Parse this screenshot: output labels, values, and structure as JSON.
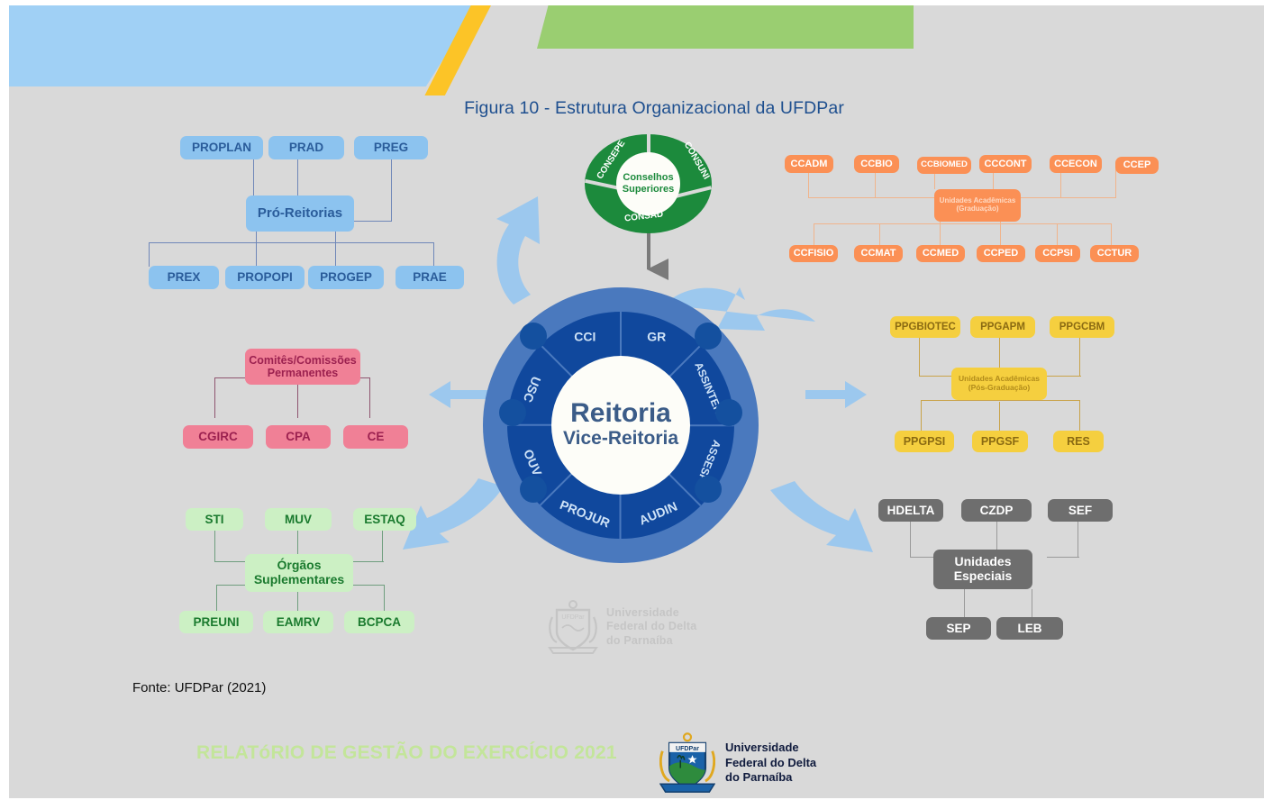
{
  "figure": {
    "title": "Figura 10 - Estrutura Organizacional da UFDPar",
    "source": "Fonte: UFDPar (2021)"
  },
  "center": {
    "hub_line1": "Reitoria",
    "hub_line2": "Vice-Reitoria",
    "segments": [
      "CCI",
      "GR",
      "ASSINTER",
      "ASSESP",
      "AUDIN",
      "PROJUR",
      "OUV",
      "USC"
    ]
  },
  "councils": {
    "hub_line1": "Conselhos",
    "hub_line2": "Superiores",
    "segments": [
      "CONSEPE",
      "CONSUNI",
      "CONSAD"
    ]
  },
  "groups": {
    "pro_reitorias": {
      "hub": "Pró-Reitorias",
      "top": [
        "PROPLAN",
        "PRAD",
        "PREG"
      ],
      "bottom": [
        "PREX",
        "PROPOPI",
        "PROGEP",
        "PRAE"
      ]
    },
    "comites": {
      "hub_line1": "Comitês/Comissões",
      "hub_line2": "Permanentes",
      "bottom": [
        "CGIRC",
        "CPA",
        "CE"
      ]
    },
    "orgaos_suplementares": {
      "hub_line1": "Órgãos",
      "hub_line2": "Suplementares",
      "top": [
        "STI",
        "MUV",
        "ESTAQ"
      ],
      "bottom": [
        "PREUNI",
        "EAMRV",
        "BCPCA"
      ]
    },
    "unidades_graduacao": {
      "hub_line1": "Unidades Acadêmicas",
      "hub_line2": "(Graduação)",
      "top": [
        "CCADM",
        "CCBIO",
        "CCBIOMED",
        "CCCONT",
        "CCECON",
        "CCEP"
      ],
      "bottom": [
        "CCFISIO",
        "CCMAT",
        "CCMED",
        "CCPED",
        "CCPSI",
        "CCTUR"
      ]
    },
    "unidades_pos_graduacao": {
      "hub_line1": "Unidades Acadêmicas",
      "hub_line2": "(Pós-Graduação)",
      "top": [
        "PPGBIOTEC",
        "PPGAPM",
        "PPGCBM"
      ],
      "bottom": [
        "PPGPSI",
        "PPGSF",
        "RES"
      ]
    },
    "unidades_especiais": {
      "hub_line1": "Unidades",
      "hub_line2": "Especiais",
      "top": [
        "HDELTA",
        "CZDP",
        "SEF"
      ],
      "bottom": [
        "SEP",
        "LEB"
      ]
    }
  },
  "watermark": {
    "line1": "Universidade",
    "line2": "Federal do Delta",
    "line3": "do Parnaíba"
  },
  "footer": {
    "report_line": "RELATóRIO DE GESTÃO DO EXERCÍCIO 2021",
    "logo_line1": "Universidade",
    "logo_line2": "Federal do Delta",
    "logo_line3": "do Parnaíba"
  },
  "colors": {
    "page_bg": "#d9d9d9",
    "blue": "#8cc3ef",
    "pink": "#f08096",
    "green": "#ccf0c4",
    "orange": "#fb9055",
    "yellow": "#f5cf3f",
    "grey": "#6e6e6e",
    "wheel_outer": "#4a79be",
    "wheel_inner": "#10489d",
    "councils": "#1c8a3c",
    "arrow": "#9cc8ee",
    "band_blue": "#a0d0f5",
    "band_yellow": "#fcc427",
    "band_green": "#9ace71"
  }
}
